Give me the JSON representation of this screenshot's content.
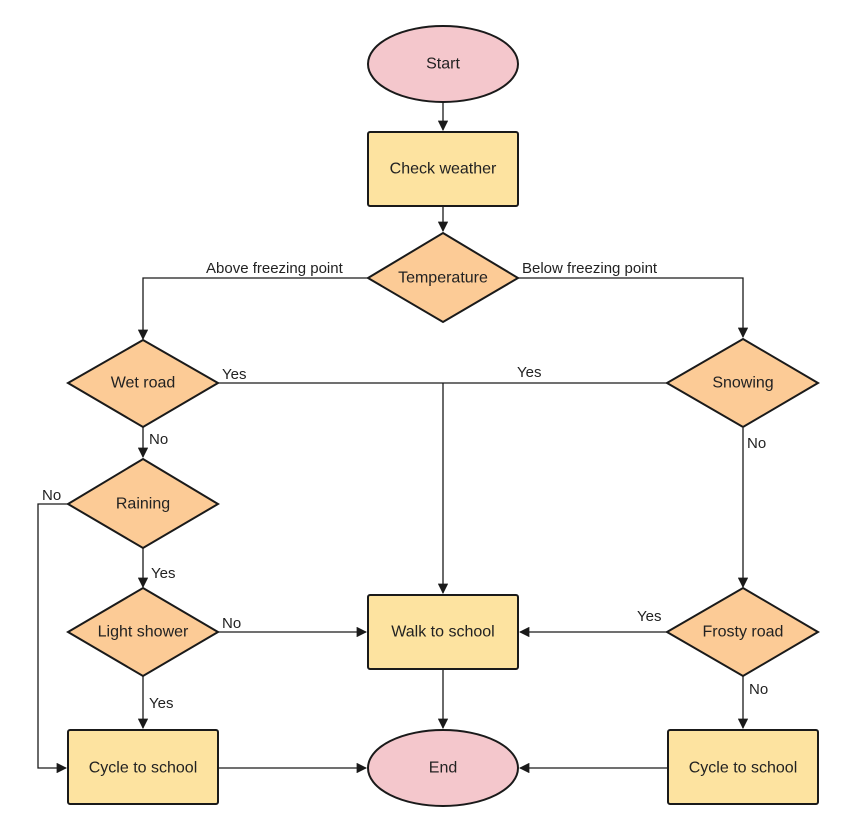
{
  "colors": {
    "terminal": "#f4c7cc",
    "process": "#fde3a0",
    "decision": "#fccb96",
    "line": "#1a1a1a"
  },
  "nodes": {
    "start": "Start",
    "check_weather": "Check weather",
    "temperature": "Temperature",
    "wet_road": "Wet road",
    "snowing": "Snowing",
    "raining": "Raining",
    "light_shower": "Light shower",
    "walk_to_school": "Walk to school",
    "frosty_road": "Frosty road",
    "cycle_left": "Cycle to school",
    "end": "End",
    "cycle_right": "Cycle to school"
  },
  "edges": {
    "above_freezing": "Above freezing point",
    "below_freezing": "Below freezing point",
    "wet_yes": "Yes",
    "snow_yes": "Yes",
    "wet_no": "No",
    "snow_no": "No",
    "rain_no": "No",
    "rain_yes": "Yes",
    "shower_no": "No",
    "shower_yes": "Yes",
    "frosty_yes": "Yes",
    "frosty_no": "No"
  }
}
